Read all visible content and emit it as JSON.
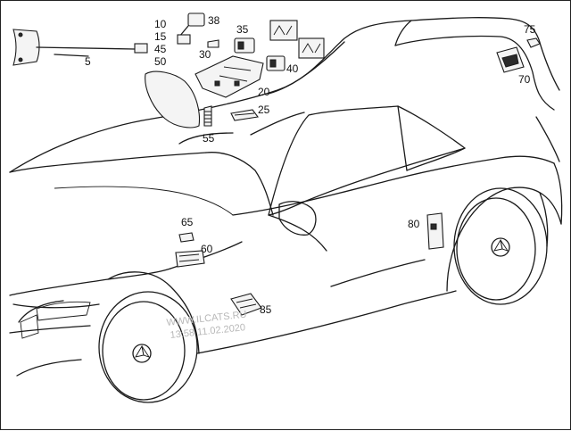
{
  "callouts": {
    "c5": "5",
    "c10": "10",
    "c15": "15",
    "c45": "45",
    "c50": "50",
    "c38": "38",
    "c30": "30",
    "c35": "35",
    "c40": "40",
    "c20": "20",
    "c25": "25",
    "c55": "55",
    "c75": "75",
    "c70": "70",
    "c65": "65",
    "c60": "60",
    "c80": "80",
    "c85": "85"
  },
  "watermark": {
    "line1": "WWW.ILCATS.RU",
    "line2": "13:58 11.02.2020"
  },
  "colors": {
    "line": "#1a1a1a",
    "background": "#ffffff",
    "watermark": "#b8b8b8"
  }
}
